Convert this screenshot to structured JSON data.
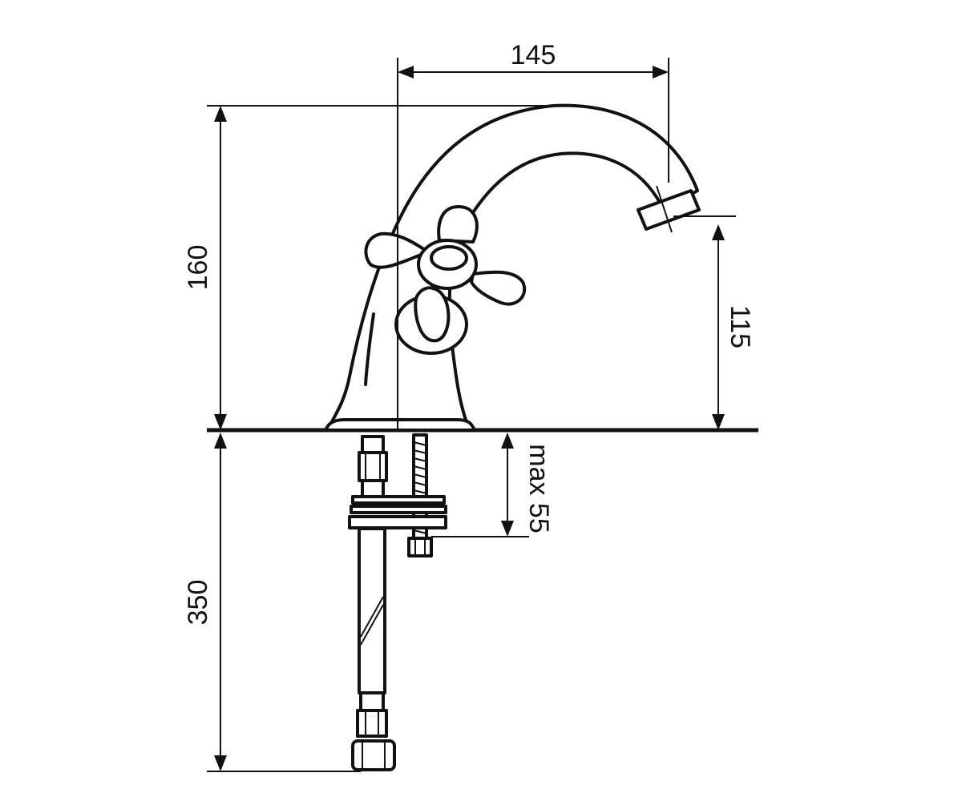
{
  "dimensions": {
    "spout_reach": "145",
    "total_height": "160",
    "spout_height": "115",
    "max_deck_thickness": "max 55",
    "hose_length": "350"
  },
  "colors": {
    "line": "#111111",
    "background": "#ffffff"
  }
}
